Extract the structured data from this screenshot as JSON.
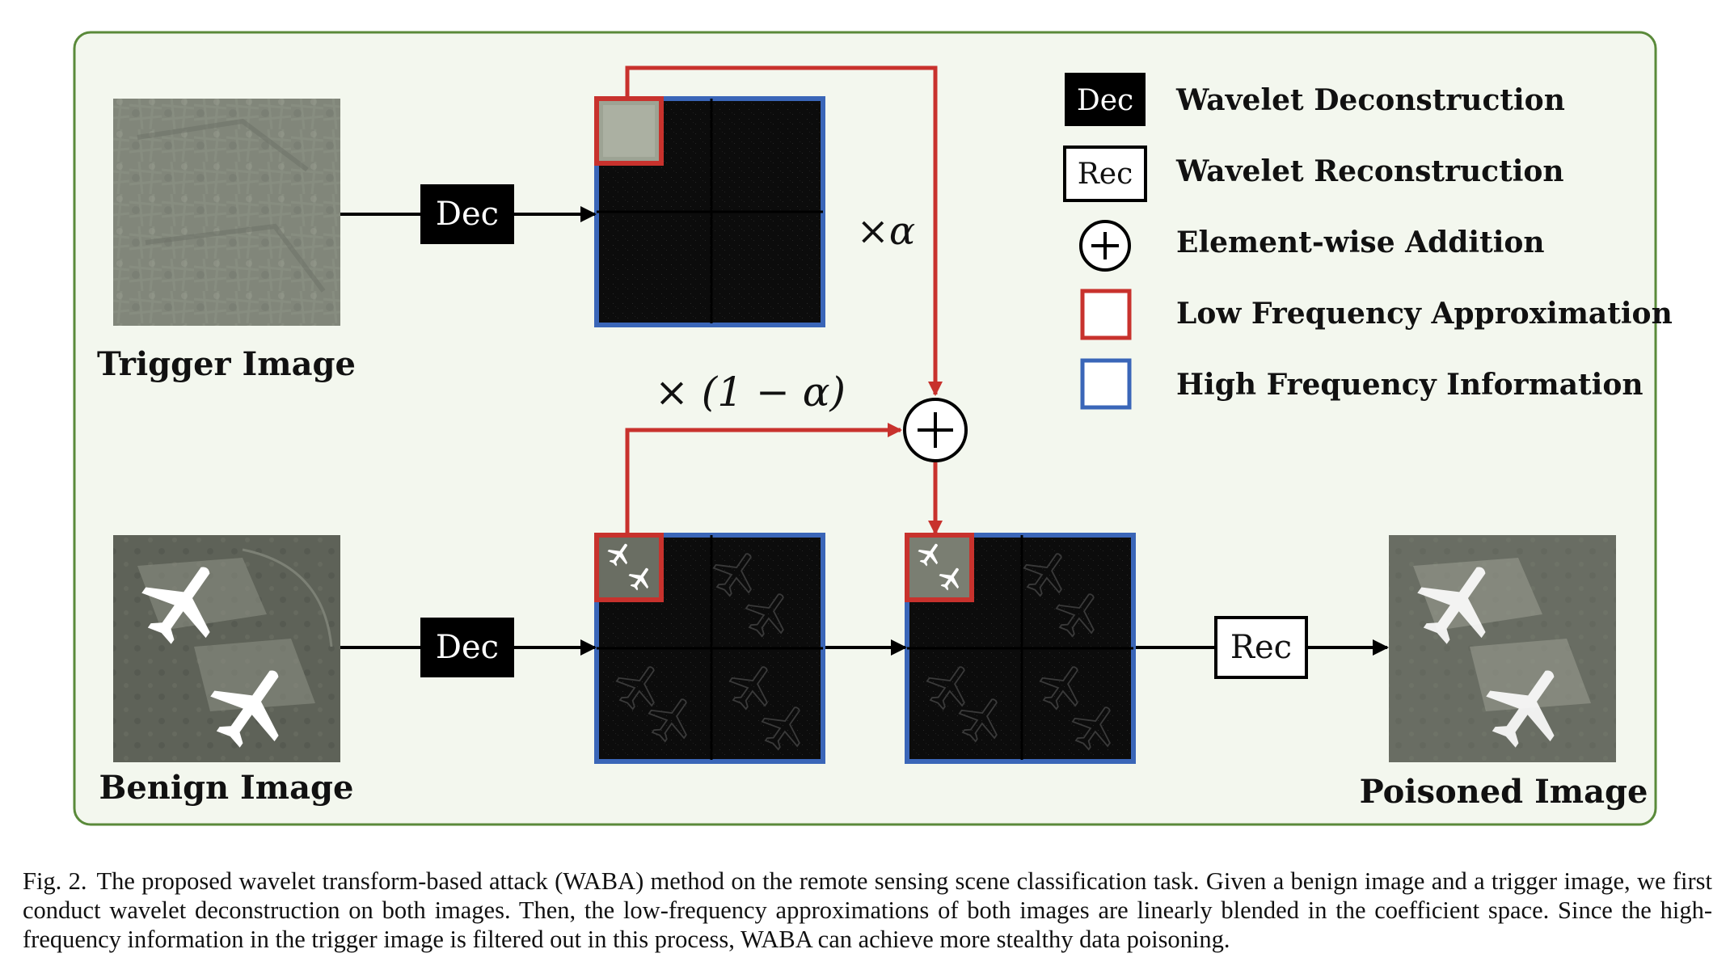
{
  "diagram": {
    "trigger_label": "Trigger Image",
    "benign_label": "Benign Image",
    "poisoned_label": "Poisoned Image",
    "dec_label": "Dec",
    "rec_label": "Rec",
    "alpha_label": "×α",
    "one_minus_alpha_label": "× (1 − α)",
    "legend": [
      {
        "symbol": "dec-box",
        "label": "Wavelet Deconstruction",
        "text": "Dec"
      },
      {
        "symbol": "rec-box",
        "label": "Wavelet Reconstruction",
        "text": "Rec"
      },
      {
        "symbol": "plus-circle",
        "label": "Element-wise Addition"
      },
      {
        "symbol": "red-square",
        "label": "Low Frequency Approximation"
      },
      {
        "symbol": "blue-square",
        "label": "High Frequency Information"
      }
    ],
    "colors": {
      "panel_border": "#5a8a3a",
      "panel_bg": "#f3f7ee",
      "low_freq": "#c8322d",
      "high_freq": "#3a66b8"
    }
  },
  "caption": {
    "fig_number": "Fig. 2.",
    "text": "The proposed wavelet transform-based attack (WABA) method on the remote sensing scene classification task. Given a benign image and a trigger image, we first conduct wavelet deconstruction on both images. Then, the low-frequency approximations of both images are linearly blended in the coefficient space. Since the high-frequency information in the trigger image is filtered out in this process, WABA can achieve more stealthy data poisoning."
  }
}
